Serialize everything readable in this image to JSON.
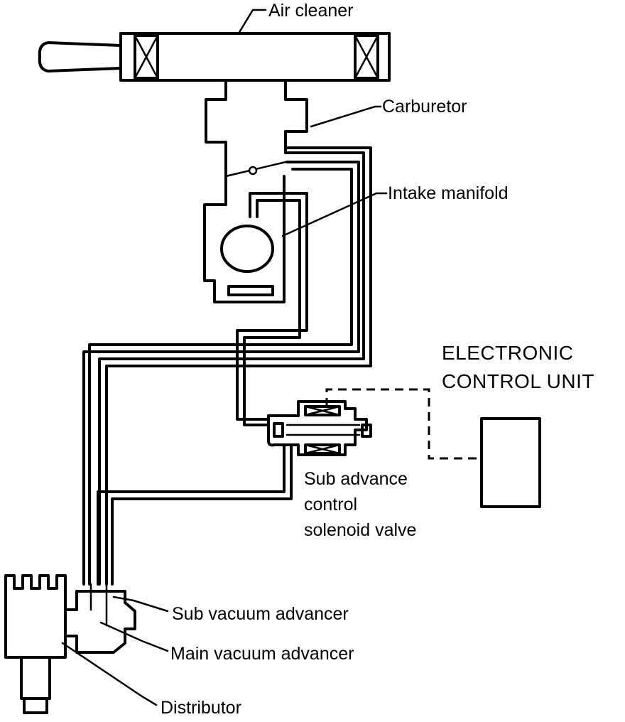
{
  "labels": {
    "air_cleaner": "Air cleaner",
    "carburetor": "Carburetor",
    "intake_manifold": "Intake manifold",
    "ecu_line1": "ELECTRONIC",
    "ecu_line2": "CONTROL UNIT",
    "solenoid_line1": "Sub advance",
    "solenoid_line2": "control",
    "solenoid_line3": "solenoid valve",
    "sub_vacuum_advancer": "Sub vacuum advancer",
    "main_vacuum_advancer": "Main vacuum advancer",
    "distributor": "Distributor"
  }
}
